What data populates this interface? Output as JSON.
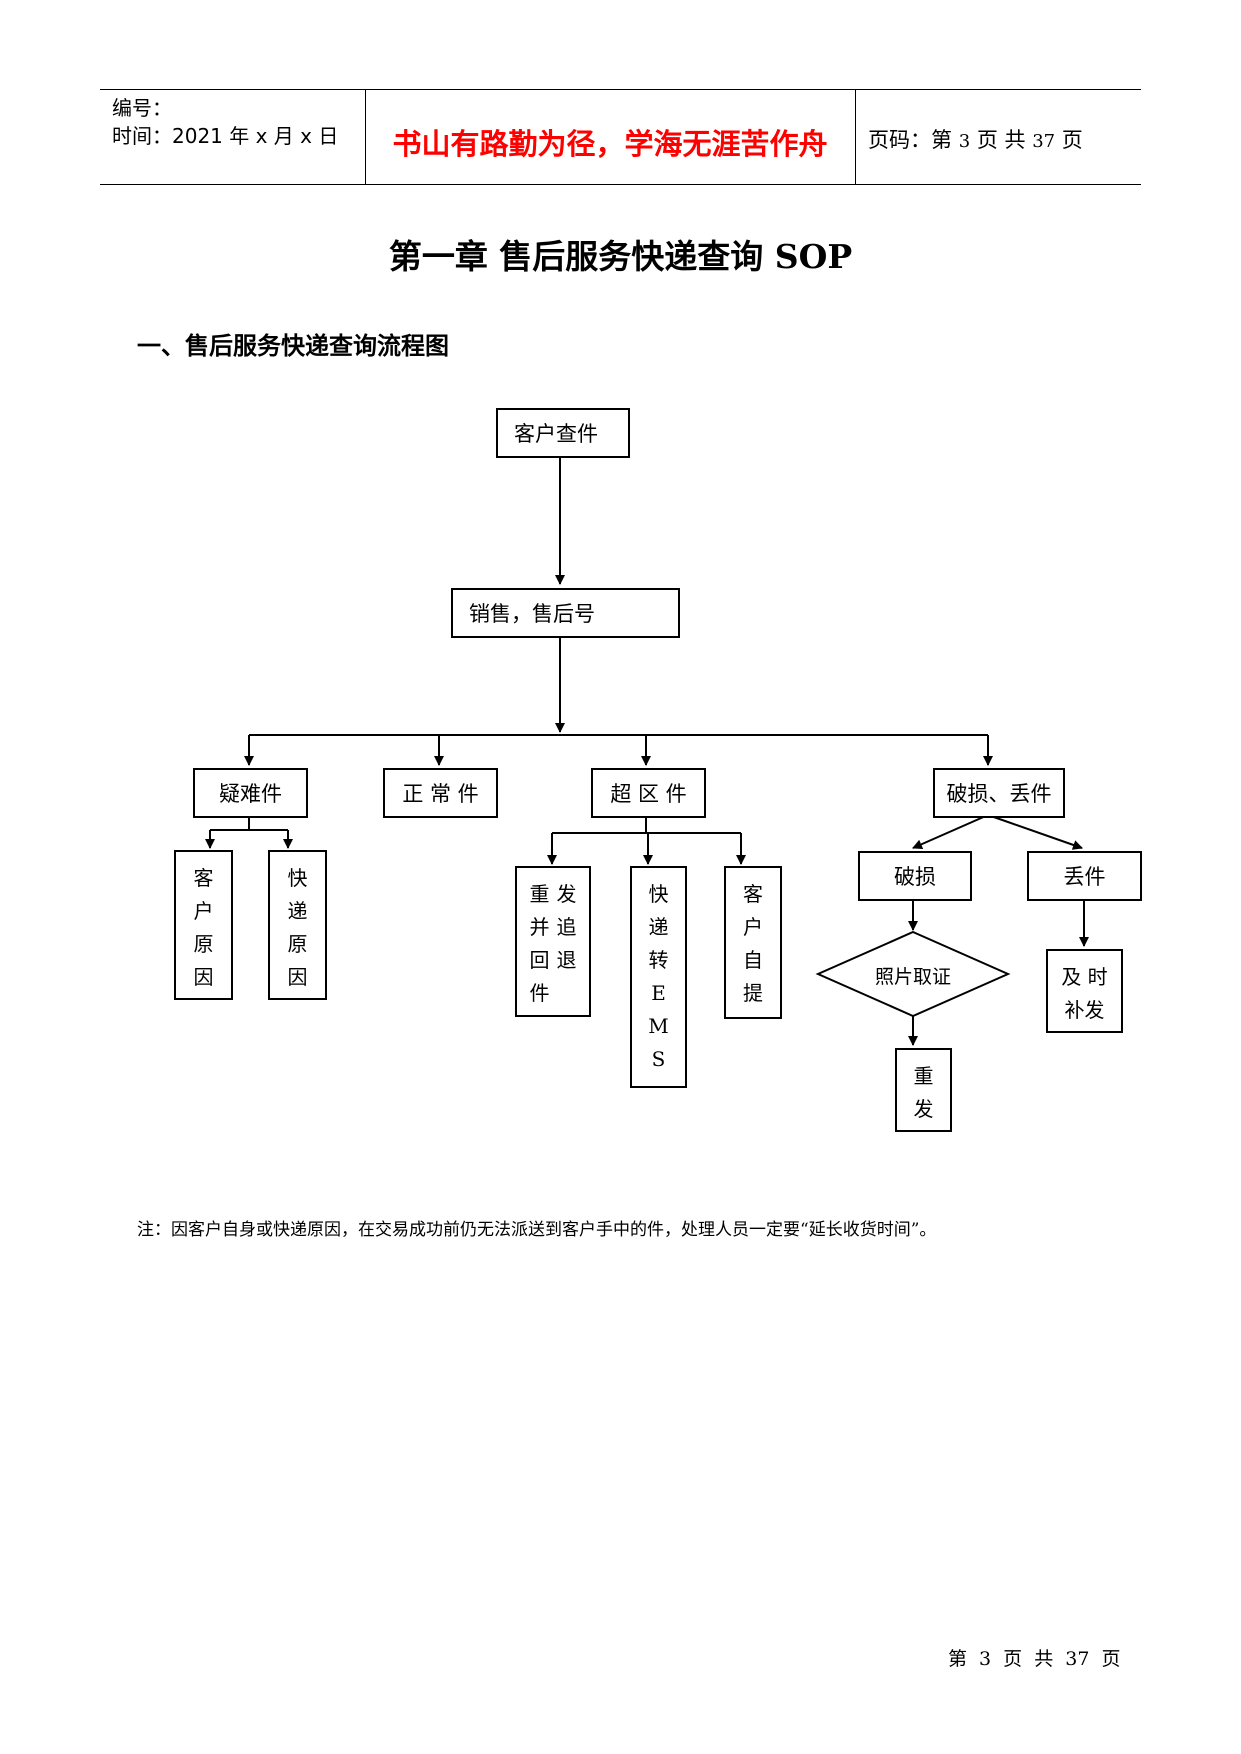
{
  "header": {
    "code_label": "编号：",
    "time_label": "时间：2021 年 x 月 x 日",
    "motto": "书山有路勤为径，学海无涯苦作舟",
    "pager_prefix": "页码：第",
    "pager_current": "3",
    "pager_mid": "页  共",
    "pager_total": "37",
    "pager_suffix": "页"
  },
  "title": "第一章  售后服务快递查询 SOP",
  "section_heading": "一、售后服务快递查询流程图",
  "flowchart": {
    "start": "客户查件",
    "sales": "销售，售后号",
    "difficult": "疑难件",
    "normal": "正 常 件",
    "remote": "超 区 件",
    "damaged_lost": "破损、丢件",
    "customer_reason": [
      "客",
      "户",
      "原",
      "因"
    ],
    "courier_reason": [
      "快",
      "递",
      "原",
      "因"
    ],
    "resend_return": [
      [
        "重",
        "发"
      ],
      [
        "并",
        "追"
      ],
      [
        "回",
        "退"
      ],
      [
        "件",
        ""
      ]
    ],
    "to_ems": [
      "快",
      "递",
      "转",
      "E",
      "M",
      "S"
    ],
    "self_pickup": [
      "客",
      "户",
      "自",
      "提"
    ],
    "damaged": "破损",
    "lost": "丢件",
    "photo_evidence": "照片取证",
    "resend": [
      "重",
      "发"
    ],
    "timely_resend": [
      "及 时",
      "补发"
    ]
  },
  "note": "注：因客户自身或快递原因，在交易成功前仍无法派送到客户手中的件，处理人员一定要“延长收货时间”。",
  "footer": "第 3 页 共 37 页"
}
